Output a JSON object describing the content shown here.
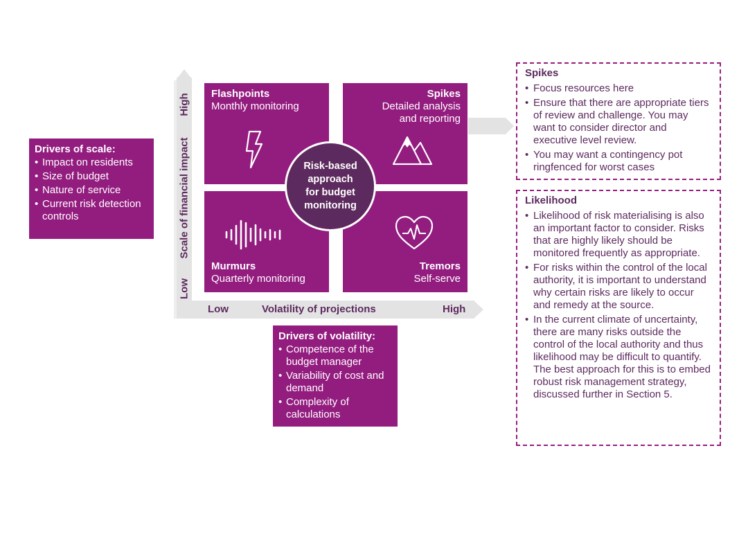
{
  "axes": {
    "y_label": "Scale of financial impact",
    "y_high": "High",
    "y_low": "Low",
    "x_label": "Volatility of projections",
    "x_low": "Low",
    "x_high": "High"
  },
  "quadrants": {
    "flashpoints": {
      "title": "Flashpoints",
      "subtitle": "Monthly monitoring",
      "icon": "lightning-icon"
    },
    "spikes": {
      "title": "Spikes",
      "subtitle_line1": "Detailed analysis",
      "subtitle_line2": "and reporting",
      "icon": "mountains-icon"
    },
    "murmurs": {
      "title": "Murmurs",
      "subtitle": "Quarterly monitoring",
      "icon": "sound-wave-icon"
    },
    "tremors": {
      "title": "Tremors",
      "subtitle": "Self-serve",
      "icon": "heart-pulse-icon"
    }
  },
  "center": {
    "line1": "Risk-based",
    "line2": "approach",
    "line3": "for budget",
    "line4": "monitoring"
  },
  "drivers_scale": {
    "title": "Drivers of scale:",
    "items": [
      "Impact on residents",
      "Size of budget",
      "Nature of service",
      "Current risk detection controls"
    ]
  },
  "drivers_volatility": {
    "title": "Drivers of volatility:",
    "items": [
      "Competence of the budget manager",
      "Variability of cost and demand",
      "Complexity of calculations"
    ]
  },
  "spikes_box": {
    "title": "Spikes",
    "items": [
      "Focus resources here",
      "Ensure that there are appropriate tiers of review and challenge. You may want to consider director and executive level review.",
      "You may want a contingency pot ringfenced for worst cases"
    ]
  },
  "likelihood_box": {
    "title": "Likelihood",
    "items": [
      "Likelihood of risk materialising is also an important factor to consider. Risks that are highly likely should be monitored frequently as appropriate.",
      " For risks within the control of the local authority, it is important to understand why certain risks are likely to occur and remedy at the source.",
      "In the current climate of uncertainty, there are many risks outside the control of the local authority and thus likelihood may be difficult to quantify. The best approach for this is to embed robust risk management strategy, discussed further in Section 5."
    ]
  },
  "colors": {
    "purple": "#931c7f",
    "dark_purple": "#5c2a5e",
    "axis_grey": "#e3e3e3"
  }
}
